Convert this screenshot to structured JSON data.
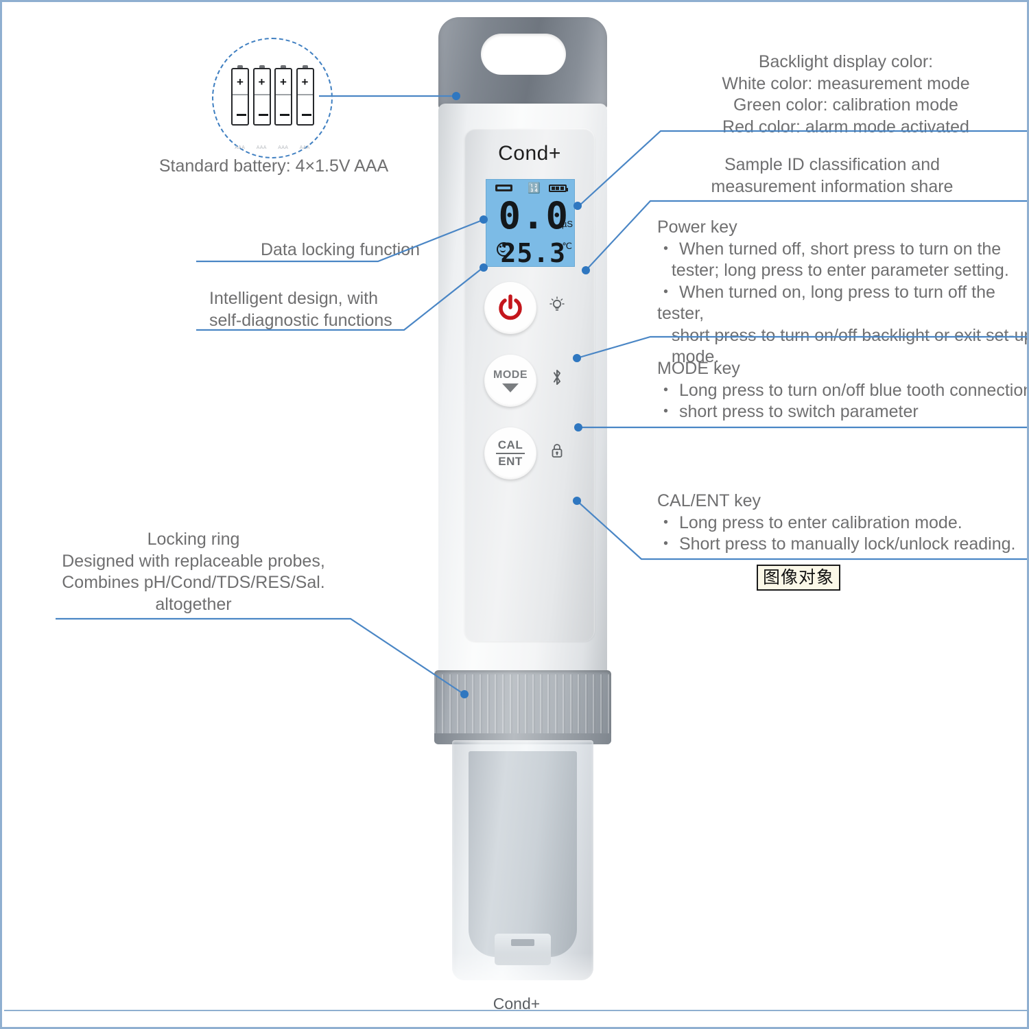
{
  "page": {
    "accent_blue": "#3f7fc1",
    "border_color": "#8FAFD0",
    "text_color": "#6f6f70",
    "lcd_color": "#7cbbe6",
    "power_icon_color": "#c4161c",
    "bottom_caption": "Cond+"
  },
  "device": {
    "brand": "Cond+",
    "lcd": {
      "hold_indicator": "hold-icon",
      "bluetooth_indicator": "bluetooth-icon",
      "battery_indicator": "battery-icon",
      "main_value": "0.0",
      "main_unit": "µS",
      "smiley_indicator": "smiley-icon",
      "temp_value": "25.3",
      "temp_unit": "℃"
    },
    "keys": [
      {
        "name": "power",
        "label": "",
        "icon": "power-icon",
        "side_icon": "backlight-bulb-icon"
      },
      {
        "name": "mode",
        "label": "MODE",
        "icon": "down-triangle-icon",
        "side_icon": "bluetooth-icon"
      },
      {
        "name": "cal-ent",
        "label_top": "CAL",
        "label_bottom": "ENT",
        "side_icon": "lock-icon"
      }
    ]
  },
  "battery_callout": {
    "count": 4,
    "cell_label": "AAA",
    "plus": "+",
    "caption": "Standard battery: 4×1.5V AAA"
  },
  "left_labels": [
    {
      "id": "data-locking",
      "text": "Data locking function"
    },
    {
      "id": "intelligent-design",
      "text": "Intelligent design, with\nself-diagnostic functions"
    },
    {
      "id": "locking-ring",
      "text": "Locking ring\nDesigned with replaceable probes,\nCombines pH/Cond/TDS/RES/Sal.\naltogether"
    }
  ],
  "right_labels": [
    {
      "id": "backlight",
      "text": "Backlight display color:\nWhite color: measurement mode\nGreen color: calibration mode\nRed color: alarm mode activated"
    },
    {
      "id": "sample-id",
      "text": "Sample ID classification and\nmeasurement information share"
    },
    {
      "id": "power-key",
      "title": "Power key",
      "bullets": [
        "・ When turned off, short press to turn on the\n   tester; long press to enter parameter setting.",
        "・ When turned on, long press to turn off the tester,\n   short press to turn on/off backlight or exit set-up\n   mode."
      ]
    },
    {
      "id": "mode-key",
      "title": "MODE key",
      "bullets": [
        "・ Long press to turn on/off blue tooth connection",
        "・ short press to switch parameter"
      ]
    },
    {
      "id": "cal-ent-key",
      "title": "CAL/ENT key",
      "bullets": [
        "・ Long press to enter calibration mode.",
        "・ Short press to manually lock/unlock reading."
      ]
    }
  ],
  "image_object_tag": "图像对象"
}
